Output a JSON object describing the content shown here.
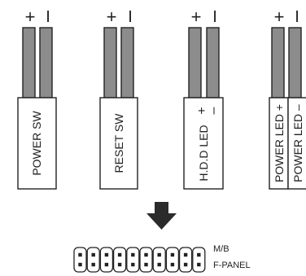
{
  "diagram": {
    "connectors": [
      {
        "id": "power-sw",
        "top_plus": "+",
        "top_minus": "I",
        "label": "POWER SW"
      },
      {
        "id": "reset-sw",
        "top_plus": "+",
        "top_minus": "I",
        "label": "RESET SW"
      },
      {
        "id": "hdd-led",
        "top_plus": "+",
        "top_minus": "I",
        "label": "H.D.D LED",
        "plate_plus": "+",
        "plate_minus": "–"
      },
      {
        "id": "power-led",
        "top_plus": "+",
        "top_minus": "I",
        "label_plus": "POWER LED +",
        "label_minus": "POWER LED –"
      }
    ],
    "panel_label_line1": "M/B",
    "panel_label_line2": "F-PANEL",
    "pin_columns": 10
  },
  "colors": {
    "wire": "#8c8c8c",
    "stroke": "#222222",
    "arrow": "#2b2b2b"
  }
}
